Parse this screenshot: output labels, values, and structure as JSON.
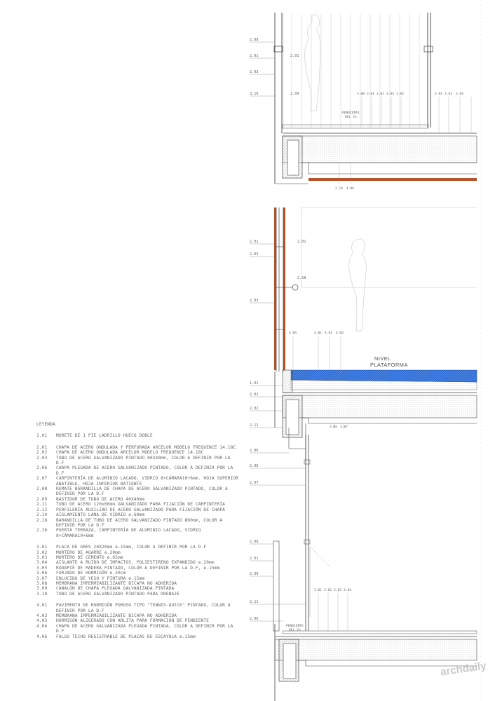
{
  "legend": {
    "title": "LEYENDA",
    "groups": [
      [
        {
          "code": "1.01",
          "text": "MURETE DE 1 PIE LADRILLO HUECO DOBLE"
        }
      ],
      [
        {
          "code": "2.01",
          "text": "CHAPA DE ACERO ONDULADA Y PERFORADA ARCELOR MODELO FREQUENCE 14.18C"
        },
        {
          "code": "2.02",
          "text": "CHAPA DE ACERO ONDULADA ARCELOR MODELO FREQUENCE 14.18C"
        },
        {
          "code": "2.03",
          "text": "TUBO DE ACERO GALVANIZADO PINTADO 80X40mm, COLOR A DEFINIR POR LA D.F"
        },
        {
          "code": "2.06",
          "text": "CHAPA PLEGADA DE ACERO GALVANIZADO PINTADO, COLOR A DEFINIR POR LA D.F"
        },
        {
          "code": "2.07",
          "text": "CARPINTERÍA DE ALUMINIO LACADO, VIDRIO 8+CÁMARA10+6mm. HOJA SUPERIOR ABATIBLE, HOJA INFERIOR BATIENTE"
        },
        {
          "code": "2.08",
          "text": "REMATE BARANDILLA DE CHAPA DE ACERO GALVANIZADO PINTADO, COLOR A DEFINIR POR LA D.F"
        },
        {
          "code": "2.09",
          "text": "BASTIDOR DE TUBO DE ACERO 40X40mm"
        },
        {
          "code": "2.11",
          "text": "TUBO DE ACERO 120x60mm GALVANIZADO PARA FIJACIÓN DE CARPINTERÍA"
        },
        {
          "code": "2.12",
          "text": "PERFILERÍA AUXILIAR DE ACERO GALVANIZADO PARA FIJACIÓN DE CHAPA"
        },
        {
          "code": "2.14",
          "text": "AISLAMIENTO LANA DE VIDRIO e.60mm"
        },
        {
          "code": "2.18",
          "text": "BARANDILLA DE TUBO DE ACERO GALVANIZADO PINTADO Ø60mm, COLOR A DEFINIR POR LA D.F"
        },
        {
          "code": "2.26",
          "text": "PUERTA TERRAZA, CARPINTERÍA DE ALUMINIO LACADO, VIDRIO 8+CÁMARA10+6mm"
        }
      ],
      [
        {
          "code": "3.01",
          "text": "PLACA DE GRES 20X20mm e.15mm, COLOR A DEFINIR POR LA D.F"
        },
        {
          "code": "3.02",
          "text": "MORTERO DE AGARRE e.20mm"
        },
        {
          "code": "3.03",
          "text": "MORTERO DE CEMENTO e.65mm"
        },
        {
          "code": "3.04",
          "text": "AISLANTE A RUIDO DE IMPACTOS, POLIESTIRENO EXPANDIDO e.20mm"
        },
        {
          "code": "3.05",
          "text": "RODAPIÉ DE MADERA PINTADO, COLOR A DEFINIR POR LA D.F, e.15mm"
        },
        {
          "code": "3.06",
          "text": "FORJADO DE HORMIGÓN e.30cm"
        },
        {
          "code": "3.07",
          "text": "ENLUCIDO DE YESO Y PINTURA e.15mm"
        },
        {
          "code": "3.08",
          "text": "MEMBRANA IMPERMEABILIZANTE BICAPA NO ADHERIDA"
        },
        {
          "code": "3.09",
          "text": "CANALÓN DE CHAPA PLEGADA GALVANIZADA PINTADA"
        },
        {
          "code": "3.10",
          "text": "TUBO DE ACERO GALVANIZADO PINTADO PARA DRENAJE"
        }
      ],
      [
        {
          "code": "4.01",
          "text": "PAVIMENTO DE HORMIGÓN POROSO TIPO \"TENNIS-QUICK\" PINTADO, COLOR A DEFINIR POR LA D.F"
        },
        {
          "code": "4.02",
          "text": "MEMBRANA IMPERMEABILIZANTE BICAPA NO ADHERIDA"
        },
        {
          "code": "4.03",
          "text": "HORMIGÓN ALIGERADO CON ARLITA PARA FORMACIÓN DE PENDIENTE"
        },
        {
          "code": "4.04",
          "text": "CHAPA DE ACERO GALVANIZADA PLEGADA PINTADA, COLOR A DEFINIR POR LA D.F"
        },
        {
          "code": "4.06",
          "text": "FALSO TECHO REGISTRABLE DE PLACAS DE ESCAYOLA e.15mm"
        }
      ]
    ]
  },
  "annotations": {
    "left_top": [
      "2.08",
      "2.01",
      "2.03",
      "3.10"
    ],
    "inner_top": [
      "2.01",
      "2.09"
    ],
    "top_row": [
      "3.08",
      "3.01",
      "3.02",
      "3.04",
      "3.05"
    ],
    "top_right_row": [
      "3.01",
      "3.02",
      "3.04"
    ],
    "slope_top": "PENDIENTE",
    "slope_top_pct": "DEL 2%",
    "under_top": [
      "2.14",
      "4.06"
    ],
    "left_mid": [
      "2.01",
      "2.03",
      "2.03"
    ],
    "inner_mid": [
      "2.01",
      "2.18"
    ],
    "platform_row": [
      "4.04",
      "4.01",
      "4.02",
      "4.03"
    ],
    "platform_label_1": "NIVEL",
    "platform_label_2": "PLATAFORMA",
    "left_platform": [
      "1.01",
      "2.01",
      "2.02",
      "2.12"
    ],
    "ceiling_row": [
      "3.06",
      "3.07"
    ],
    "left_low": [
      "2.06",
      "2.06",
      "2.07",
      "2.08",
      "2.01",
      "2.09",
      "2.11",
      "2.06"
    ],
    "low_row": [
      "3.01",
      "3.02",
      "3.03",
      "3.04"
    ],
    "slope_low": "PENDIENTE",
    "slope_low_pct": "DEL 2%"
  },
  "colors": {
    "line": "#444444",
    "light_line": "#9a9a9a",
    "orange": "#b5532c",
    "blue": "#2f6fd8"
  },
  "watermark": "archdaily"
}
